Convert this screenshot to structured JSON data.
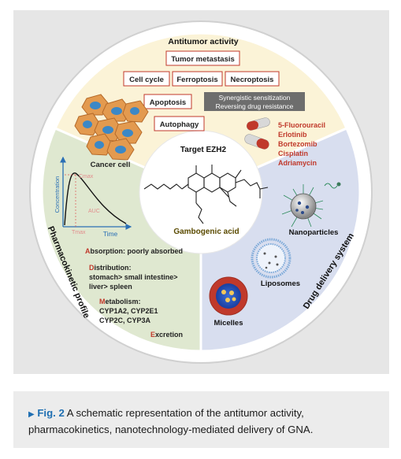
{
  "top_section": {
    "title": "Antitumor activity",
    "mechanisms": [
      "Tumor metastasis",
      "Cell cycle",
      "Ferroptosis",
      "Necroptosis",
      "Apoptosis",
      "Autophagy"
    ],
    "synergy_line1": "Synergistic sensitization",
    "synergy_line2": "Reversing drug resistance",
    "drugs": [
      "5-Fluorouracil",
      "Erlotinib",
      "Bortezomib",
      "Cisplatin",
      "Adriamycin"
    ],
    "cancer_cell_label": "Cancer cell"
  },
  "center": {
    "target": "Target EZH2",
    "compound": "Gambogenic acid"
  },
  "left_section": {
    "title": "Pharmacokinetic profile",
    "y_axis": "Concentration",
    "x_axis": "Time",
    "cmax": "Cmax",
    "tmax": "Tmax",
    "auc": "AUC",
    "absorption_initial": "A",
    "absorption_rest": "bsorption: poorly absorbed",
    "distribution_initial": "D",
    "distribution_rest": "istribution:",
    "distribution_line2": "stomach> small intestine>",
    "distribution_line3": "liver> spleen",
    "metabolism_initial": "M",
    "metabolism_rest": "etabolism:",
    "metabolism_line2": "CYP1A2, CYP2E1",
    "metabolism_line3": "CYP2C, CYP3A",
    "excretion_initial": "E",
    "excretion_rest": "xcretion"
  },
  "right_section": {
    "title": "Drug delivery system",
    "nanoparticles": "Nanoparticles",
    "liposomes": "Liposomes",
    "micelles": "Micelles"
  },
  "caption": {
    "label": "Fig. 2",
    "text": "A schematic representation of the antitumor activity, pharmacokinetics, nanotechnology-mediated delivery of GNA."
  },
  "colors": {
    "top_sector": "#fbf3d7",
    "left_sector": "#dfe8d0",
    "right_sector": "#d8deef",
    "accent_red": "#c0392b",
    "box_border": "#c0392b"
  }
}
